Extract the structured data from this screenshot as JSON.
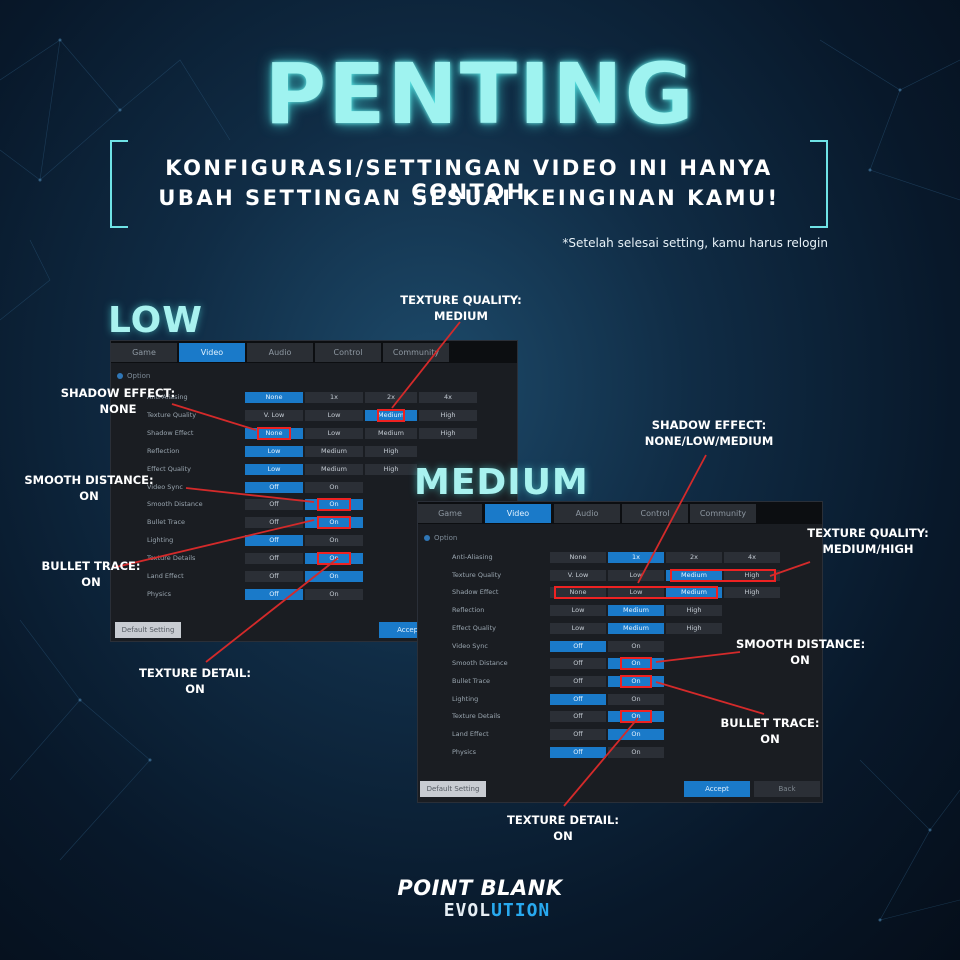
{
  "title": "PENTING",
  "banner": {
    "line1": "KONFIGURASI/SETTINGAN VIDEO INI HANYA CONTOH",
    "line2": "UBAH SETTINGAN SESUAI KEINGINAN KAMU!"
  },
  "note": "*Setelah selesai setting, kamu harus relogin",
  "colors": {
    "accent": "#9ff3f0",
    "selected": "#1a7ac9",
    "highlight": "#ee2222",
    "background": "#0b1e31"
  },
  "low": {
    "heading": "LOW",
    "tabs": [
      "Game",
      "Video",
      "Audio",
      "Control",
      "Community"
    ],
    "option_header": "Option",
    "rows": [
      {
        "label": "Anti-Aliasing",
        "cells": [
          "None",
          "1x",
          "2x",
          "4x"
        ]
      },
      {
        "label": "Texture Quality",
        "cells": [
          "V. Low",
          "Low",
          "Medium",
          "High"
        ]
      },
      {
        "label": "Shadow Effect",
        "cells": [
          "None",
          "Low",
          "Medium",
          "High"
        ]
      },
      {
        "label": "Reflection",
        "cells": [
          "Low",
          "Medium",
          "High"
        ]
      },
      {
        "label": "Effect Quality",
        "cells": [
          "Low",
          "Medium",
          "High"
        ]
      },
      {
        "label": "Video Sync",
        "cells": [
          "Off",
          "On"
        ]
      },
      {
        "label": "Smooth Distance",
        "cells": [
          "Off",
          "On"
        ]
      },
      {
        "label": "Bullet Trace",
        "cells": [
          "Off",
          "On"
        ]
      },
      {
        "label": "Lighting",
        "cells": [
          "Off",
          "On"
        ]
      },
      {
        "label": "Texture Details",
        "cells": [
          "Off",
          "On"
        ]
      },
      {
        "label": "Land Effect",
        "cells": [
          "Off",
          "On"
        ]
      },
      {
        "label": "Physics",
        "cells": [
          "Off",
          "On"
        ]
      }
    ],
    "default_button": "Default Setting",
    "accept_button": "Accept"
  },
  "medium": {
    "heading": "MEDIUM",
    "tabs": [
      "Game",
      "Video",
      "Audio",
      "Control",
      "Community"
    ],
    "option_header": "Option",
    "rows": [
      {
        "label": "Anti-Aliasing",
        "cells": [
          "None",
          "1x",
          "2x",
          "4x"
        ]
      },
      {
        "label": "Texture Quality",
        "cells": [
          "V. Low",
          "Low",
          "Medium",
          "High"
        ]
      },
      {
        "label": "Shadow Effect",
        "cells": [
          "None",
          "Low",
          "Medium",
          "High"
        ]
      },
      {
        "label": "Reflection",
        "cells": [
          "Low",
          "Medium",
          "High"
        ]
      },
      {
        "label": "Effect Quality",
        "cells": [
          "Low",
          "Medium",
          "High"
        ]
      },
      {
        "label": "Video Sync",
        "cells": [
          "Off",
          "On"
        ]
      },
      {
        "label": "Smooth Distance",
        "cells": [
          "Off",
          "On"
        ]
      },
      {
        "label": "Bullet Trace",
        "cells": [
          "Off",
          "On"
        ]
      },
      {
        "label": "Lighting",
        "cells": [
          "Off",
          "On"
        ]
      },
      {
        "label": "Texture Details",
        "cells": [
          "Off",
          "On"
        ]
      },
      {
        "label": "Land Effect",
        "cells": [
          "Off",
          "On"
        ]
      },
      {
        "label": "Physics",
        "cells": [
          "Off",
          "On"
        ]
      }
    ],
    "default_button": "Default Setting",
    "accept_button": "Accept",
    "back_button": "Back"
  },
  "annotations": {
    "low_texture_quality": {
      "line1": "TEXTURE QUALITY:",
      "line2": "MEDIUM"
    },
    "low_shadow_effect": {
      "line1": "SHADOW EFFECT:",
      "line2": "NONE"
    },
    "low_smooth_distance": {
      "line1": "SMOOTH DISTANCE:",
      "line2": "ON"
    },
    "low_bullet_trace": {
      "line1": "BULLET TRACE:",
      "line2": "ON"
    },
    "low_texture_detail": {
      "line1": "TEXTURE DETAIL:",
      "line2": "ON"
    },
    "medium_shadow_effect": {
      "line1": "SHADOW EFFECT:",
      "line2": "NONE/LOW/MEDIUM"
    },
    "medium_texture_quality": {
      "line1": "TEXTURE QUALITY:",
      "line2": "MEDIUM/HIGH"
    },
    "medium_smooth_distance": {
      "line1": "SMOOTH DISTANCE:",
      "line2": "ON"
    },
    "medium_bullet_trace": {
      "line1": "BULLET TRACE:",
      "line2": "ON"
    },
    "medium_texture_detail": {
      "line1": "TEXTURE DETAIL:",
      "line2": "ON"
    }
  },
  "logo": {
    "line1": "POINT BLANK",
    "line2a": "EVOL",
    "line2b": "UTION"
  }
}
